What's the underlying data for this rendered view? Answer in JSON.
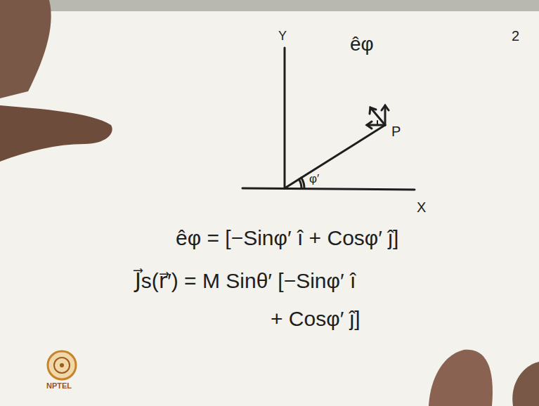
{
  "diagram": {
    "labels": [
      "2",
      "Y",
      "X",
      "êφ",
      "P",
      "φ′",
      "êφ = [−Sinφ′ î + Cosφ′ ĵ]",
      "J⃗s(r⃗′) = M Sinθ′ [−Sinφ′ î",
      "+ Cosφ′ ĵ]",
      "NPTEL"
    ]
  }
}
